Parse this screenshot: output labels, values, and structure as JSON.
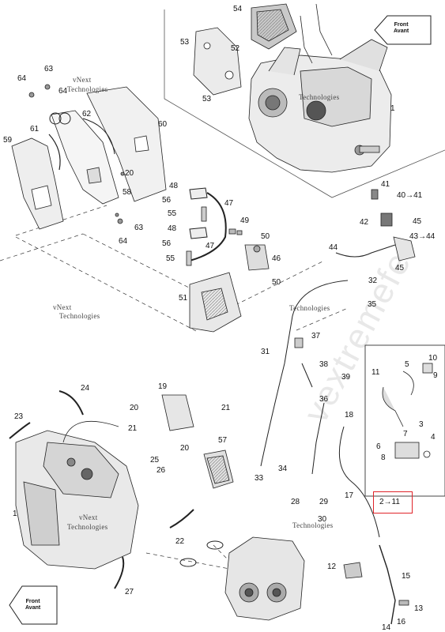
{
  "watermarks": {
    "vnext_1": "vNext",
    "vnext_2": "Technologies",
    "big_text": "vextremefe"
  },
  "direction_labels": {
    "front_top_line1": "Front",
    "front_top_line2": "Avant",
    "front_bottom_line1": "Front",
    "front_bottom_line2": "Avant"
  },
  "callouts": [
    {
      "id": "c54",
      "text": "54"
    },
    {
      "id": "c53a",
      "text": "53"
    },
    {
      "id": "c52",
      "text": "52"
    },
    {
      "id": "c53b",
      "text": "53"
    },
    {
      "id": "c1a",
      "text": "1"
    },
    {
      "id": "c63a",
      "text": "63"
    },
    {
      "id": "c64a",
      "text": "64"
    },
    {
      "id": "c64b",
      "text": "64"
    },
    {
      "id": "c62",
      "text": "62"
    },
    {
      "id": "c61",
      "text": "61"
    },
    {
      "id": "c60",
      "text": "60"
    },
    {
      "id": "c59",
      "text": "59"
    },
    {
      "id": "c20a",
      "text": "20"
    },
    {
      "id": "c58",
      "text": "58"
    },
    {
      "id": "c63b",
      "text": "63"
    },
    {
      "id": "c64c",
      "text": "64"
    },
    {
      "id": "c48a",
      "text": "48"
    },
    {
      "id": "c56a",
      "text": "56"
    },
    {
      "id": "c47a",
      "text": "47"
    },
    {
      "id": "c55a",
      "text": "55"
    },
    {
      "id": "c49",
      "text": "49"
    },
    {
      "id": "c48b",
      "text": "48"
    },
    {
      "id": "c50a",
      "text": "50"
    },
    {
      "id": "c56b",
      "text": "56"
    },
    {
      "id": "c47b",
      "text": "47"
    },
    {
      "id": "c46",
      "text": "46"
    },
    {
      "id": "c55b",
      "text": "55"
    },
    {
      "id": "c50b",
      "text": "50"
    },
    {
      "id": "c51",
      "text": "51"
    },
    {
      "id": "c41",
      "text": "41"
    },
    {
      "id": "c40",
      "text": "40→41"
    },
    {
      "id": "c42",
      "text": "42"
    },
    {
      "id": "c45a",
      "text": "45"
    },
    {
      "id": "c43",
      "text": "43→44"
    },
    {
      "id": "c44",
      "text": "44"
    },
    {
      "id": "c45b",
      "text": "45"
    },
    {
      "id": "c32",
      "text": "32"
    },
    {
      "id": "c35",
      "text": "35"
    },
    {
      "id": "c37",
      "text": "37"
    },
    {
      "id": "c31",
      "text": "31"
    },
    {
      "id": "c38",
      "text": "38"
    },
    {
      "id": "c39",
      "text": "39"
    },
    {
      "id": "c10",
      "text": "10"
    },
    {
      "id": "c11a",
      "text": "11"
    },
    {
      "id": "c5",
      "text": "5"
    },
    {
      "id": "c9",
      "text": "9"
    },
    {
      "id": "c36",
      "text": "36"
    },
    {
      "id": "c18",
      "text": "18"
    },
    {
      "id": "c3",
      "text": "3"
    },
    {
      "id": "c7",
      "text": "7"
    },
    {
      "id": "c6",
      "text": "6"
    },
    {
      "id": "c8",
      "text": "8"
    },
    {
      "id": "c4",
      "text": "4"
    },
    {
      "id": "c24",
      "text": "24"
    },
    {
      "id": "c19",
      "text": "19"
    },
    {
      "id": "c20b",
      "text": "20"
    },
    {
      "id": "c21a",
      "text": "21"
    },
    {
      "id": "c21b",
      "text": "21"
    },
    {
      "id": "c20c",
      "text": "20"
    },
    {
      "id": "c23",
      "text": "23"
    },
    {
      "id": "c57",
      "text": "57"
    },
    {
      "id": "c25",
      "text": "25"
    },
    {
      "id": "c26",
      "text": "26"
    },
    {
      "id": "c34",
      "text": "34"
    },
    {
      "id": "c33",
      "text": "33"
    },
    {
      "id": "c28",
      "text": "28"
    },
    {
      "id": "c29",
      "text": "29"
    },
    {
      "id": "c17",
      "text": "17"
    },
    {
      "id": "c2",
      "text": "2→11"
    },
    {
      "id": "c1b",
      "text": "1"
    },
    {
      "id": "c30",
      "text": "30"
    },
    {
      "id": "c22",
      "text": "22"
    },
    {
      "id": "c12",
      "text": "12"
    },
    {
      "id": "c15",
      "text": "15"
    },
    {
      "id": "c27",
      "text": "27"
    },
    {
      "id": "c13",
      "text": "13"
    },
    {
      "id": "c16",
      "text": "16"
    },
    {
      "id": "c14",
      "text": "14"
    }
  ],
  "colors": {
    "line": "#222222",
    "part_fill": "#ededed",
    "part_dark": "#9a9a9a",
    "highlight": "#e0242a"
  }
}
